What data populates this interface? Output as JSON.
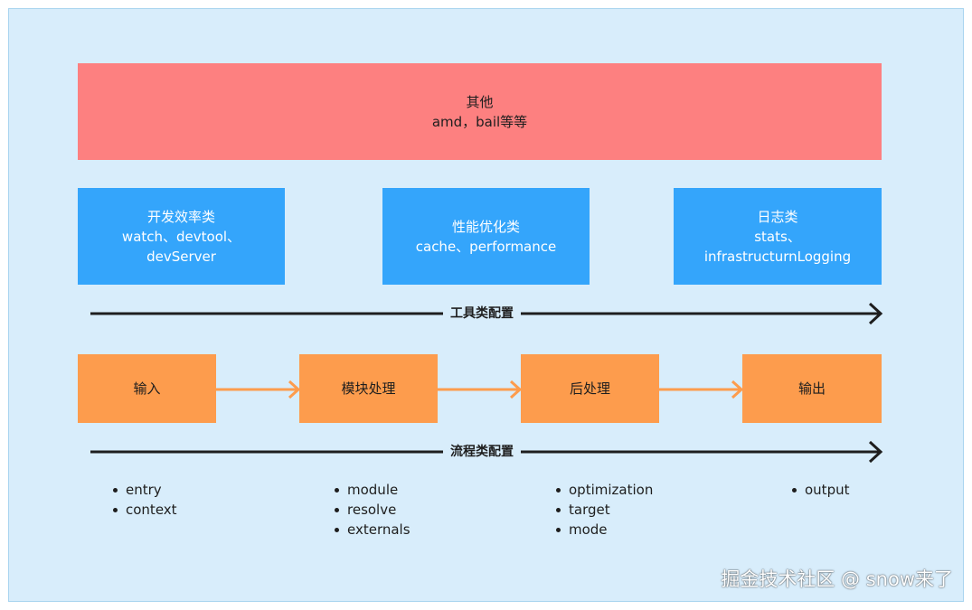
{
  "top_box": {
    "title": "其他",
    "subtitle": "amd，bail等等"
  },
  "tool_boxes": [
    {
      "title": "开发效率类",
      "line1": "watch、devtool、",
      "line2": "devServer"
    },
    {
      "title": "性能优化类",
      "line1": "cache、performance"
    },
    {
      "title": "日志类",
      "line1": "stats、",
      "line2": "infrastructurnLogging"
    }
  ],
  "tool_axis_label": "工具类配置",
  "flow_steps": [
    "输入",
    "模块处理",
    "后处理",
    "输出"
  ],
  "flow_axis_label": "流程类配置",
  "flow_options": [
    [
      "entry",
      "context"
    ],
    [
      "module",
      "resolve",
      "externals"
    ],
    [
      "optimization",
      "target",
      "mode"
    ],
    [
      "output"
    ]
  ],
  "watermark": "掘金技术社区 @ snow来了",
  "colors": {
    "background": "#d8edfb",
    "red": "#fd8080",
    "blue": "#34a5fb",
    "orange": "#fd9c4d",
    "arrow_orange": "#fd9c4d",
    "axis_line": "#1e1e1e"
  }
}
